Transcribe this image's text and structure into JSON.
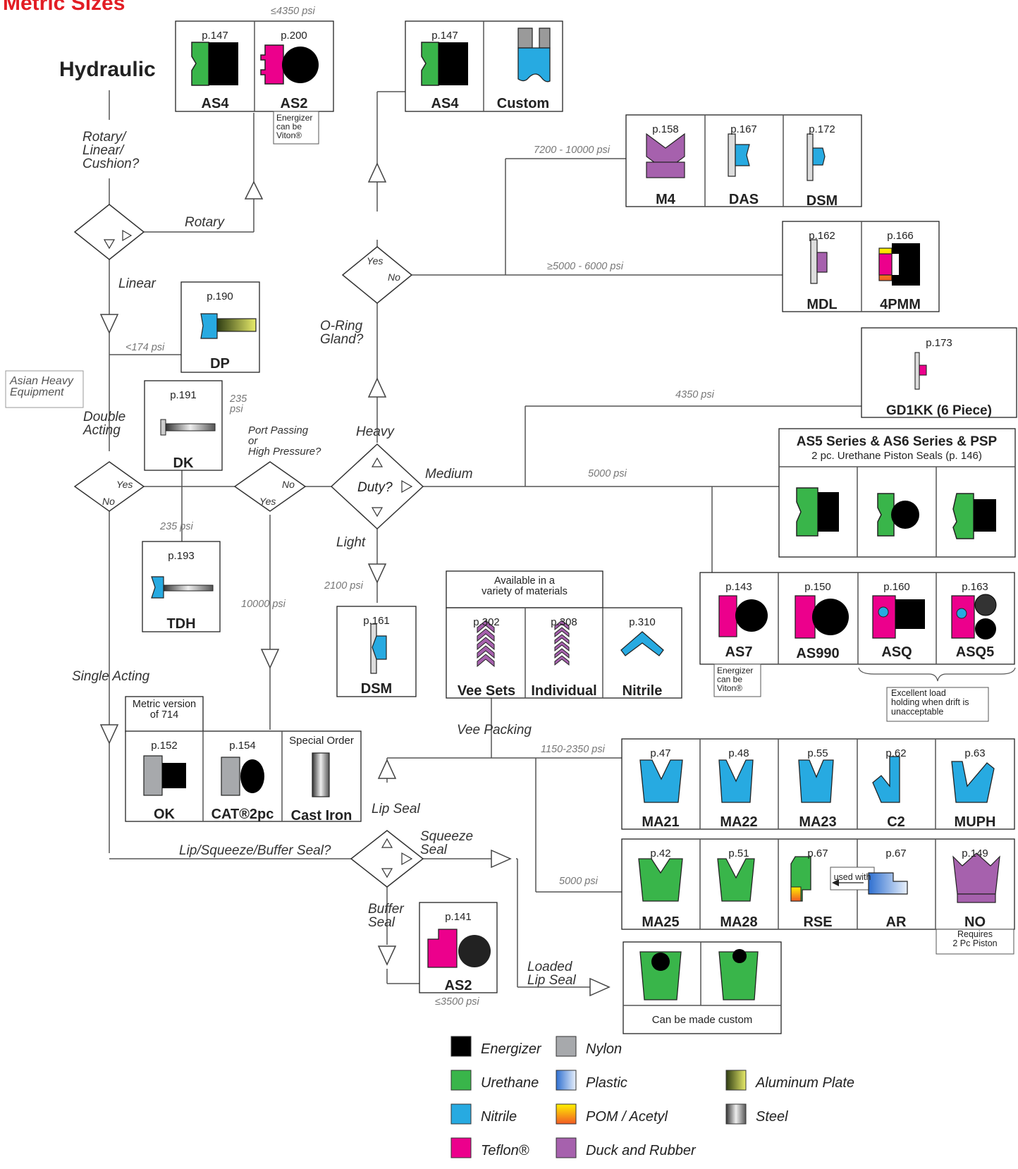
{
  "page_title": "Metric Sizes",
  "root": "Hydraulic",
  "colors": {
    "energizer": "#000000",
    "nylon": "#a7a9ac",
    "urethane": "#39b54a",
    "plastic": "#5b8ed6",
    "nitrile": "#27aae1",
    "pom": "#f7941d",
    "teflon": "#ec008c",
    "duck": "#a661ad",
    "aluminum": "#56661c",
    "steel": "#9a9a9a",
    "title": "#e21d24"
  },
  "questions": {
    "motion": "Rotary/\nLinear/\nCushion?",
    "gland": "O-Ring\nGland?",
    "port": "Port Passing\nor\nHigh Pressure?",
    "duty": "Duty?",
    "seal_type": "Lip/Squeeze/Buffer Seal?"
  },
  "labels": {
    "rotary": "Rotary",
    "linear": "Linear",
    "asian_heavy": "Asian Heavy\nEquipment",
    "double_acting": "Double\nActing",
    "single_acting": "Single Acting",
    "heavy": "Heavy",
    "medium": "Medium",
    "light": "Light",
    "vee_packing": "Vee Packing",
    "lip_seal": "Lip Seal",
    "squeeze_seal": "Squeeze\nSeal",
    "buffer_seal": "Buffer\nSeal",
    "loaded_lip_seal": "Loaded\nLip Seal",
    "yes": "Yes",
    "no": "No"
  },
  "pressures": {
    "p4350_top": "≤4350 psi",
    "p7200": "7200 - 10000 psi",
    "p5000_6000": "≥5000 - 6000 psi",
    "p174": "<174 psi",
    "p235a": "235\npsi",
    "p235b": "235 psi",
    "p4350": "4350 psi",
    "p5000": "5000 psi",
    "p10000": "10000 psi",
    "p2100": "2100 psi",
    "p1150": "1150-2350  psi",
    "p5000b": "5000 psi",
    "p3500": "≤3500 psi"
  },
  "notes": {
    "energizer_viton": "Energizer\ncan be\nViton®",
    "as5_series": "AS5 Series & AS6 Series & PSP",
    "as5_sub": "2 pc. Urethane Piston Seals (p. 146)",
    "vee_avail": "Available in a\nvariety of materials",
    "metric_version": "Metric version\nof 714",
    "special_order": "Special Order",
    "excellent": "Excellent  load\nholding when drift is\nunacceptable",
    "used_with": "used with",
    "requires": "Requires\n2 Pc Piston",
    "custom": "Can be made custom"
  },
  "products": [
    {
      "page": "p.147",
      "name": "AS4"
    },
    {
      "page": "p.200",
      "name": "AS2"
    },
    {
      "page": "p.147",
      "name": "AS4"
    },
    {
      "page": "",
      "name": "Custom"
    },
    {
      "page": "p.158",
      "name": "M4"
    },
    {
      "page": "p.167",
      "name": "DAS"
    },
    {
      "page": "p.172",
      "name": "DSM"
    },
    {
      "page": "p.162",
      "name": "MDL"
    },
    {
      "page": "p.166",
      "name": "4PMM"
    },
    {
      "page": "p.173",
      "name": "GD1KK (6 Piece)"
    },
    {
      "page": "p.190",
      "name": "DP"
    },
    {
      "page": "p.191",
      "name": "DK"
    },
    {
      "page": "p.193",
      "name": "TDH"
    },
    {
      "page": "p.161",
      "name": "DSM"
    },
    {
      "page": "p.143",
      "name": "AS7"
    },
    {
      "page": "p.150",
      "name": "AS990"
    },
    {
      "page": "p.160",
      "name": "ASQ"
    },
    {
      "page": "p.163",
      "name": "ASQ5"
    },
    {
      "page": "p.302",
      "name": "Vee Sets"
    },
    {
      "page": "p.308",
      "name": "Individual"
    },
    {
      "page": "p.310",
      "name": "Nitrile"
    },
    {
      "page": "p.152",
      "name": "OK"
    },
    {
      "page": "p.154",
      "name": "CAT®2pc"
    },
    {
      "page": "",
      "name": "Cast Iron"
    },
    {
      "page": "p.47",
      "name": "MA21"
    },
    {
      "page": "p.48",
      "name": "MA22"
    },
    {
      "page": "p.55",
      "name": "MA23"
    },
    {
      "page": "p.62",
      "name": "C2"
    },
    {
      "page": "p.63",
      "name": "MUPH"
    },
    {
      "page": "p.42",
      "name": "MA25"
    },
    {
      "page": "p.51",
      "name": "MA28"
    },
    {
      "page": "p.67",
      "name": "RSE"
    },
    {
      "page": "p.67",
      "name": "AR"
    },
    {
      "page": "p.149",
      "name": "NO"
    },
    {
      "page": "p.141",
      "name": "AS2"
    }
  ],
  "legend": [
    {
      "label": "Energizer",
      "color": "#000000"
    },
    {
      "label": "Nylon",
      "color": "#a7a9ac"
    },
    {
      "label": "Urethane",
      "color": "#39b54a"
    },
    {
      "label": "Plastic",
      "color": "gradient-plastic"
    },
    {
      "label": "Aluminum Plate",
      "color": "gradient-aluminum"
    },
    {
      "label": "Nitrile",
      "color": "#27aae1"
    },
    {
      "label": "POM / Acetyl",
      "color": "gradient-pom"
    },
    {
      "label": "Steel",
      "color": "gradient-steel"
    },
    {
      "label": "Teflon®",
      "color": "#ec008c"
    },
    {
      "label": "Duck and Rubber",
      "color": "#a661ad"
    }
  ]
}
